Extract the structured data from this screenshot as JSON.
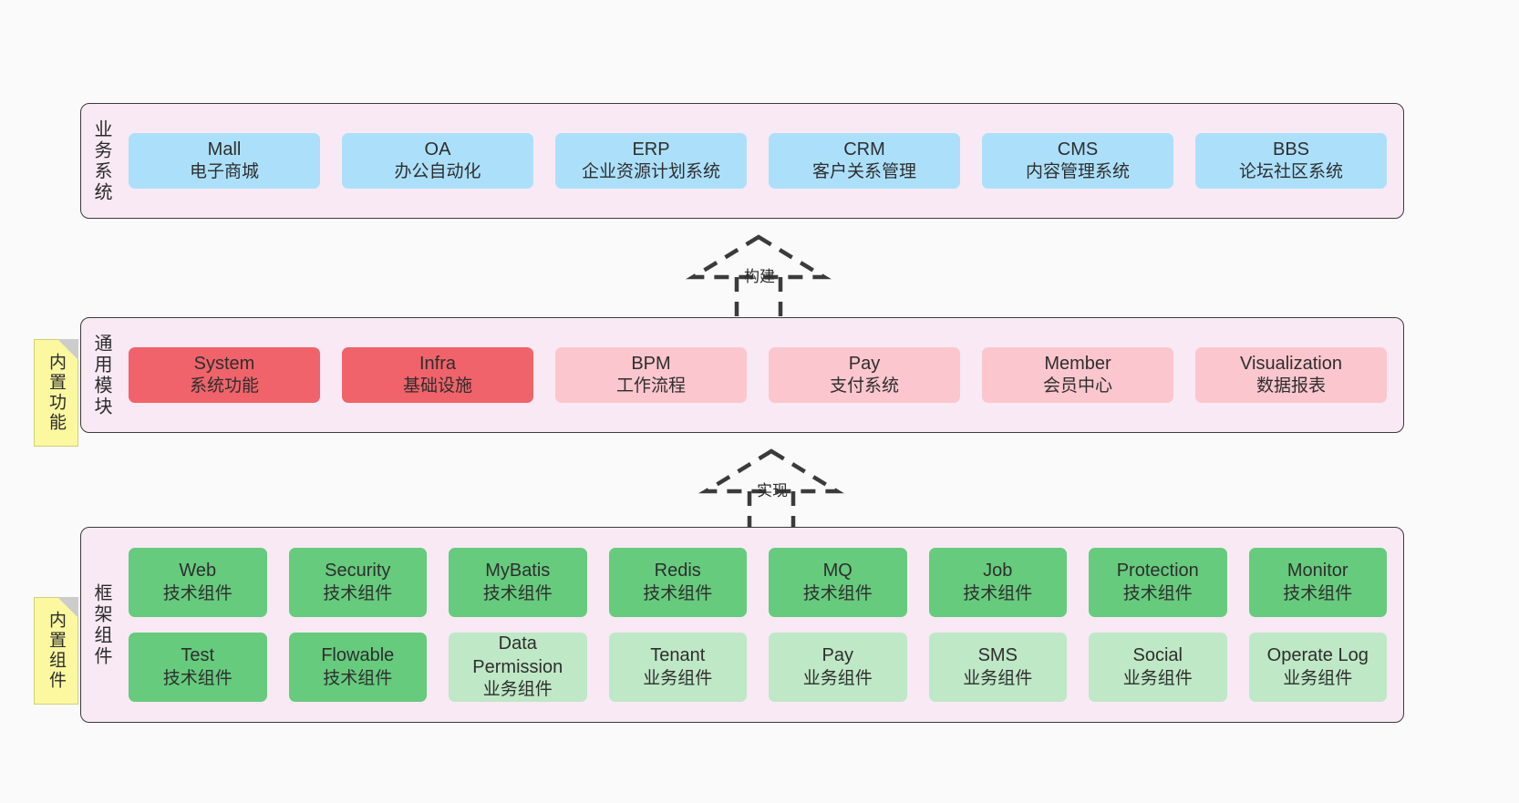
{
  "diagram": {
    "background": "#fafafa",
    "panel_fill": "#f8e9f4",
    "panel_stroke": "#3b3b3b",
    "note_fill": "#fbf8a0"
  },
  "layers": [
    {
      "id": "business-system",
      "label": "业务系统",
      "rows": [
        {
          "cards": [
            {
              "title": "Mall",
              "subtitle": "电子商城",
              "color": "#ace0fa",
              "style": "c-blue"
            },
            {
              "title": "OA",
              "subtitle": "办公自动化",
              "color": "#ace0fa",
              "style": "c-blue"
            },
            {
              "title": "ERP",
              "subtitle": "企业资源计划系统",
              "color": "#ace0fa",
              "style": "c-blue"
            },
            {
              "title": "CRM",
              "subtitle": "客户关系管理",
              "color": "#ace0fa",
              "style": "c-blue"
            },
            {
              "title": "CMS",
              "subtitle": "内容管理系统",
              "color": "#ace0fa",
              "style": "c-blue"
            },
            {
              "title": "BBS",
              "subtitle": "论坛社区系统",
              "color": "#ace0fa",
              "style": "c-blue"
            }
          ]
        }
      ]
    },
    {
      "id": "common-module",
      "label": "通用模块",
      "note": "内置功能",
      "rows": [
        {
          "cards": [
            {
              "title": "System",
              "subtitle": "系统功能",
              "color": "#f0636a",
              "style": "c-red"
            },
            {
              "title": "Infra",
              "subtitle": "基础设施",
              "color": "#f0636a",
              "style": "c-red"
            },
            {
              "title": "BPM",
              "subtitle": "工作流程",
              "color": "#fbc6ce",
              "style": "c-pink"
            },
            {
              "title": "Pay",
              "subtitle": "支付系统",
              "color": "#fbc6ce",
              "style": "c-pink"
            },
            {
              "title": "Member",
              "subtitle": "会员中心",
              "color": "#fbc6ce",
              "style": "c-pink"
            },
            {
              "title": "Visualization",
              "subtitle": "数据报表",
              "color": "#fbc6ce",
              "style": "c-pink"
            }
          ]
        }
      ]
    },
    {
      "id": "framework-component",
      "label": "框架组件",
      "note": "内置组件",
      "rows": [
        {
          "cards": [
            {
              "title": "Web",
              "subtitle": "技术组件",
              "color": "#66cb7d",
              "style": "c-green"
            },
            {
              "title": "Security",
              "subtitle": "技术组件",
              "color": "#66cb7d",
              "style": "c-green"
            },
            {
              "title": "MyBatis",
              "subtitle": "技术组件",
              "color": "#66cb7d",
              "style": "c-green"
            },
            {
              "title": "Redis",
              "subtitle": "技术组件",
              "color": "#66cb7d",
              "style": "c-green"
            },
            {
              "title": "MQ",
              "subtitle": "技术组件",
              "color": "#66cb7d",
              "style": "c-green"
            },
            {
              "title": "Job",
              "subtitle": "技术组件",
              "color": "#66cb7d",
              "style": "c-green"
            },
            {
              "title": "Protection",
              "subtitle": "技术组件",
              "color": "#66cb7d",
              "style": "c-green"
            },
            {
              "title": "Monitor",
              "subtitle": "技术组件",
              "color": "#66cb7d",
              "style": "c-green"
            }
          ]
        },
        {
          "cards": [
            {
              "title": "Test",
              "subtitle": "技术组件",
              "color": "#66cb7d",
              "style": "c-green"
            },
            {
              "title": "Flowable",
              "subtitle": "技术组件",
              "color": "#66cb7d",
              "style": "c-green"
            },
            {
              "title": "Data Permission",
              "subtitle": "业务组件",
              "color": "#bfe8c6",
              "style": "c-lgreen"
            },
            {
              "title": "Tenant",
              "subtitle": "业务组件",
              "color": "#bfe8c6",
              "style": "c-lgreen"
            },
            {
              "title": "Pay",
              "subtitle": "业务组件",
              "color": "#bfe8c6",
              "style": "c-lgreen"
            },
            {
              "title": "SMS",
              "subtitle": "业务组件",
              "color": "#bfe8c6",
              "style": "c-lgreen"
            },
            {
              "title": "Social",
              "subtitle": "业务组件",
              "color": "#bfe8c6",
              "style": "c-lgreen"
            },
            {
              "title": "Operate Log",
              "subtitle": "业务组件",
              "color": "#bfe8c6",
              "style": "c-lgreen"
            }
          ]
        }
      ]
    }
  ],
  "connectors": [
    {
      "id": "build",
      "label": "构建",
      "style": "dashed-generalization"
    },
    {
      "id": "implement",
      "label": "实现",
      "style": "dashed-generalization"
    }
  ]
}
